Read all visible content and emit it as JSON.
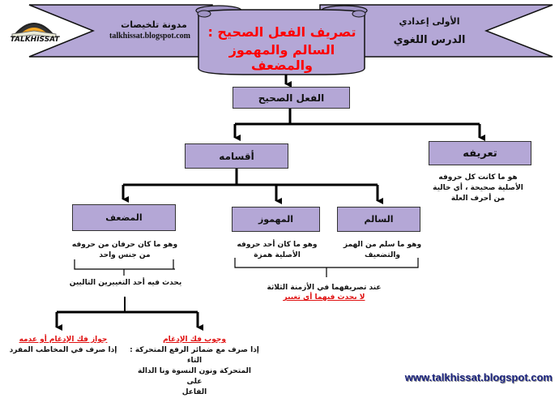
{
  "header": {
    "logo_text": "TALKHISSAT",
    "left_banner": {
      "title": "مدونة تلخيصات",
      "url": "talkhissat.blogspot.com"
    },
    "center_banner": {
      "line1": "تصريف الفعل الصحيح :",
      "line2": "السالم والمهموز والمضعف"
    },
    "right_banner": {
      "level": "الأولى إعدادي",
      "subject": "الدرس اللغوي"
    }
  },
  "nodes": {
    "root": "الفعل الصحيح",
    "definition": {
      "label": "تعريفه",
      "text": [
        "هو ما كانت كل حروفه",
        "الأصلية صحيحة ، أي خالية",
        "من أحرف العلة"
      ]
    },
    "divisions": {
      "label": "أقسامه"
    },
    "salim": {
      "label": "السالم",
      "text": [
        "وهو  ما سلم من الهمز",
        "والتضعيف"
      ]
    },
    "mahmouz": {
      "label": "المهموز",
      "text": [
        "وهو ما كان أحد حروفه",
        "الأصلية همزة"
      ]
    },
    "mudaaf": {
      "label": "المضعف",
      "text": [
        "وهو ما كان حرفان من حروفه",
        "من جنس واحد"
      ]
    }
  },
  "notes": {
    "salim_mahmouz": {
      "line1": "عند تصريفهما في الأزمنة الثلاثة",
      "line2": "لا يحدث فيهما أي تغيير"
    },
    "mudaaf_intro": "يحدث فيه أحد التغييرين التاليين",
    "obligatory": {
      "title": "وجوب فك الإدغام",
      "lines": [
        "إذا صرف مع ضمائر الرفع المتحركة : التاء",
        "المتحركة ونون النسوة ونا الدالة على",
        "الفاعل"
      ]
    },
    "optional": {
      "title": "جواز فك الإدغام أو عدمه",
      "lines": [
        "إذا صرف في المخاطب المفرد"
      ]
    }
  },
  "footer": {
    "watermark": "www.talkhissat.blogspot.com"
  },
  "colors": {
    "box_fill": "#b4a7d6",
    "highlight": "#e01010",
    "title_red": "#ff0000"
  }
}
